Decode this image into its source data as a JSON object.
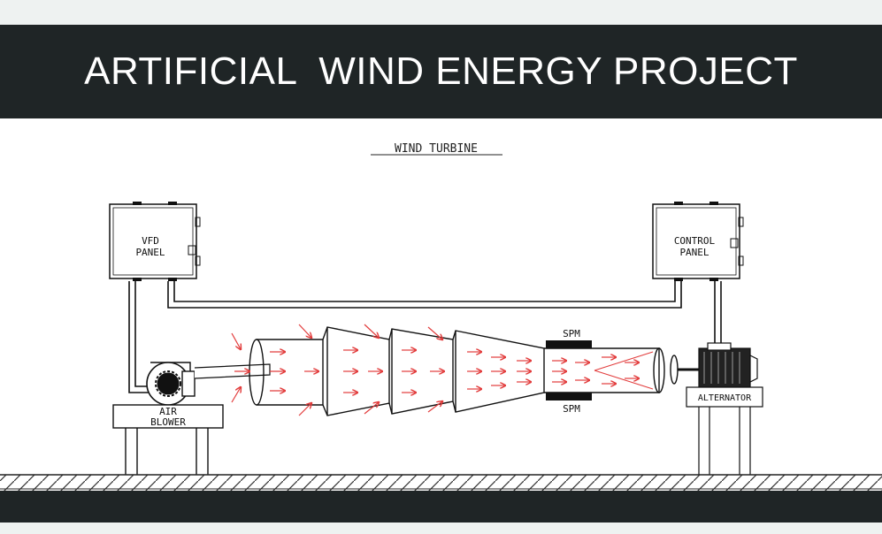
{
  "header": {
    "title": "ARTIFICIAL  WIND ENERGY PROJECT"
  },
  "diagram": {
    "heading": "WIND TURBINE",
    "vfd_panel_line1": "VFD",
    "vfd_panel_line2": "PANEL",
    "control_panel_line1": "CONTROL",
    "control_panel_line2": "PANEL",
    "spm_top": "SPM",
    "spm_bottom": "SPM",
    "air_blower_line1": "AIR",
    "air_blower_line2": "BLOWER",
    "alternator": "ALTERNATOR"
  },
  "colors": {
    "header_bg": "#1f2526",
    "line": "#111111",
    "airflow_arrow": "#e23c3c"
  }
}
